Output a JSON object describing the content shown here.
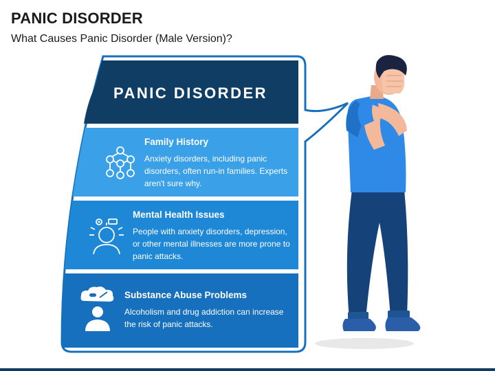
{
  "header": {
    "title": "PANIC DISORDER",
    "subtitle": "What Causes Panic Disorder (Male Version)?"
  },
  "panel": {
    "banner_title": "PANIC DISORDER",
    "causes": [
      {
        "heading": "Family History",
        "description": "Anxiety disorders, including panic disorders, often run-in families. Experts aren't sure why.",
        "icon": "family-network-icon"
      },
      {
        "heading": "Mental Health Issues",
        "description": "People with anxiety disorders, depression, or other mental illnesses are more prone to panic attacks.",
        "icon": "mental-health-head-icon"
      },
      {
        "heading": "Substance Abuse Problems",
        "description": "Alcoholism and drug addiction can increase the risk of panic attacks.",
        "icon": "substance-abuse-person-icon"
      }
    ]
  },
  "illustration": {
    "subject": "distressed-man-covering-face-icon"
  },
  "colors": {
    "banner": "#0f3d63",
    "band_1": "#3aa0e8",
    "band_2": "#1e88d6",
    "band_3": "#1670bd",
    "bubble_outline": "#1670bd",
    "shirt": "#2e8ae6",
    "pants": "#16427a",
    "skin": "#f3b99a",
    "hair": "#1a2340"
  }
}
